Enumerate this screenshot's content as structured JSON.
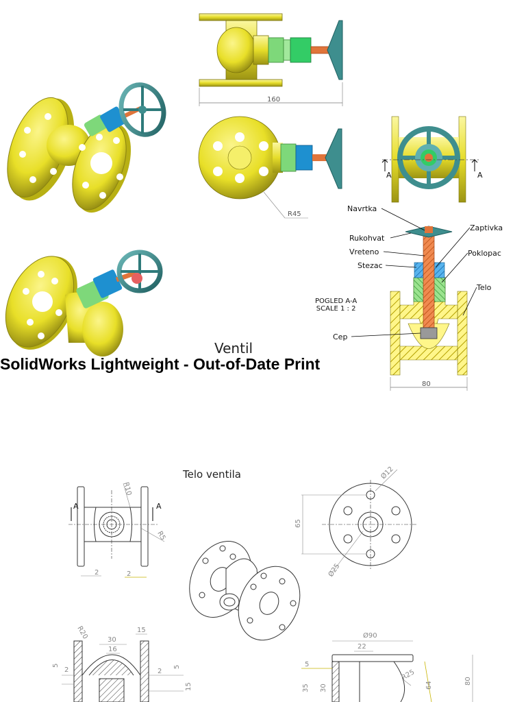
{
  "sheet1": {
    "title": "Ventil",
    "overlay_banner": "SolidWorks Lightweight - Out-of-Date Print",
    "section_view": {
      "name": "POGLED A-A",
      "scale": "SCALE 1 : 2"
    },
    "section_marker": "A",
    "parts": [
      "Navrtka",
      "Rukohvat",
      "Vreteno",
      "Stezac",
      "Zaptivka",
      "Poklopac",
      "Telo",
      "Cep"
    ],
    "dimensions": {
      "length_top": "160",
      "flange_radius": "R45",
      "section_width": "80"
    }
  },
  "sheet2": {
    "title": "Telo ventila",
    "section_marker": "A",
    "dimensions": {
      "r10": "R10",
      "r5": "R5",
      "w2a": "2",
      "w2b": "2",
      "bolt_hole": "Ø12",
      "pcd": "65",
      "bore": "Ø25",
      "r20": "R20",
      "d30": "30",
      "d16": "16",
      "d15": "15",
      "d5a": "5",
      "d2c": "2",
      "d2d": "2",
      "d5b": "5",
      "d15b": "15",
      "dia90": "Ø90",
      "d22": "22",
      "d5c": "5",
      "r25": "R25",
      "d35": "35",
      "d30b": "30",
      "d64": "64",
      "d80": "80"
    }
  },
  "colors": {
    "body_yellow": "#f2ea3a",
    "body_dark": "#a8a016",
    "handwheel_teal": "#3e8e8e",
    "bonnet_green": "#7ed87a",
    "nut_blue": "#1e90d0",
    "stem_copper": "#e0743a",
    "hatch": "#c9b400"
  }
}
